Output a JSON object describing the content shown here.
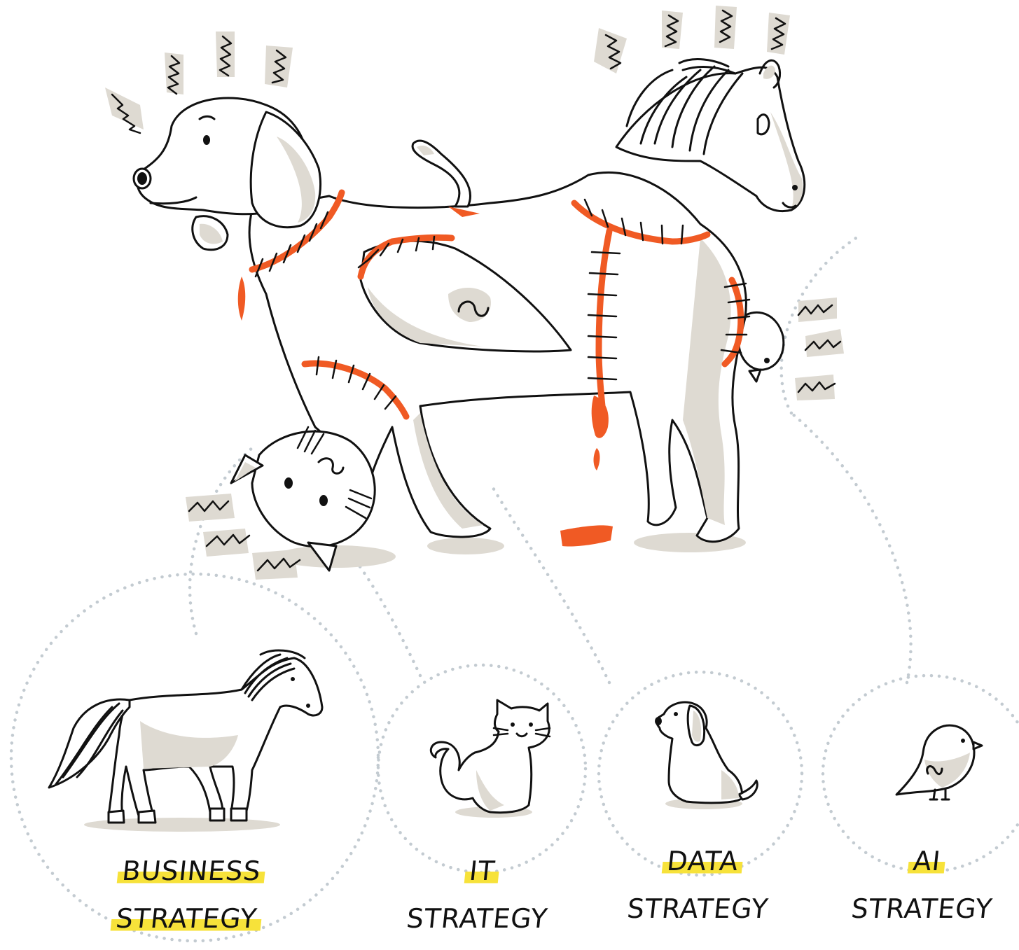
{
  "labels": [
    {
      "line1": "BUSINESS",
      "line2": "STRATEGY",
      "animal": "horse"
    },
    {
      "line1": "IT",
      "line2": "STRATEGY",
      "animal": "cat"
    },
    {
      "line1": "DATA",
      "line2": "STRATEGY",
      "animal": "dog"
    },
    {
      "line1": "AI",
      "line2": "STRATEGY",
      "animal": "bird"
    }
  ],
  "colors": {
    "stroke": "#111111",
    "shadow": "#dedad2",
    "stitch": "#f05a24",
    "highlight": "#f7e23a",
    "dots": "#c3cbd1"
  }
}
